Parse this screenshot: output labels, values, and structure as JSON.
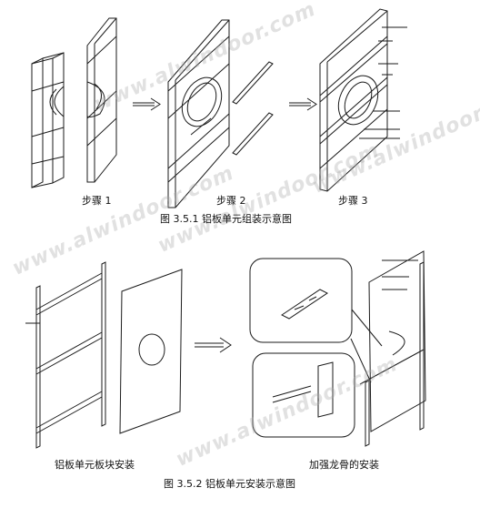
{
  "figure1": {
    "steps": [
      "步骤 1",
      "步骤 2",
      "步骤 3"
    ],
    "caption": "图 3.5.1  铝板单元组装示意图"
  },
  "figure2": {
    "left_label": "铝板单元板块安装",
    "right_label": "加强龙骨的安装",
    "caption": "图 3.5.2  铝板单元安装示意图"
  },
  "watermark": "www.alwindoor.com",
  "colors": {
    "line": "#1a1a1a",
    "watermark": "#b0b0b0"
  }
}
